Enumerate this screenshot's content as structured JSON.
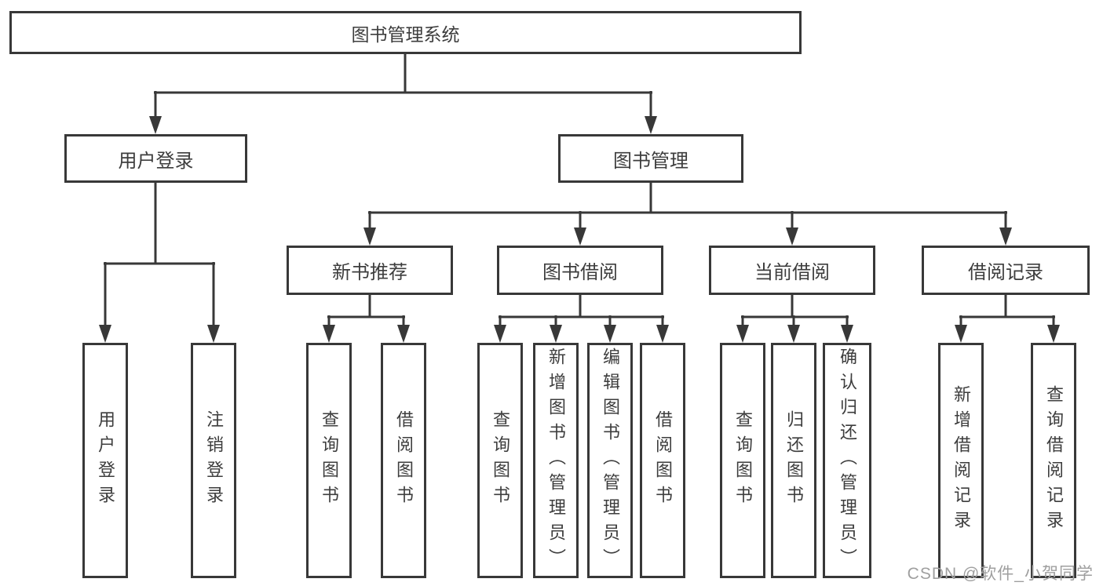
{
  "diagram": {
    "root": {
      "label": "图书管理系统"
    },
    "level2": [
      {
        "label": "用户登录"
      },
      {
        "label": "图书管理"
      }
    ],
    "level3": [
      {
        "label": "新书推荐"
      },
      {
        "label": "图书借阅"
      },
      {
        "label": "当前借阅"
      },
      {
        "label": "借阅记录"
      }
    ],
    "leaves": {
      "user_login": [
        "用户登录",
        "注销登录"
      ],
      "new_book_recommend": [
        "查询图书",
        "借阅图书"
      ],
      "book_borrow": [
        "查询图书",
        "新增图书（管理员）",
        "编辑图书（管理员）",
        "借阅图书"
      ],
      "current_borrow": [
        "查询图书",
        "归还图书",
        "确认归还（管理员）"
      ],
      "borrow_records": [
        "新增借阅记录",
        "查询借阅记录"
      ]
    }
  },
  "watermark": "CSDN @软件_小贺同学",
  "colors": {
    "line": "#383838",
    "text": "#3d3d3d",
    "watermark": "#9f9f9f",
    "background": "#ffffff"
  }
}
